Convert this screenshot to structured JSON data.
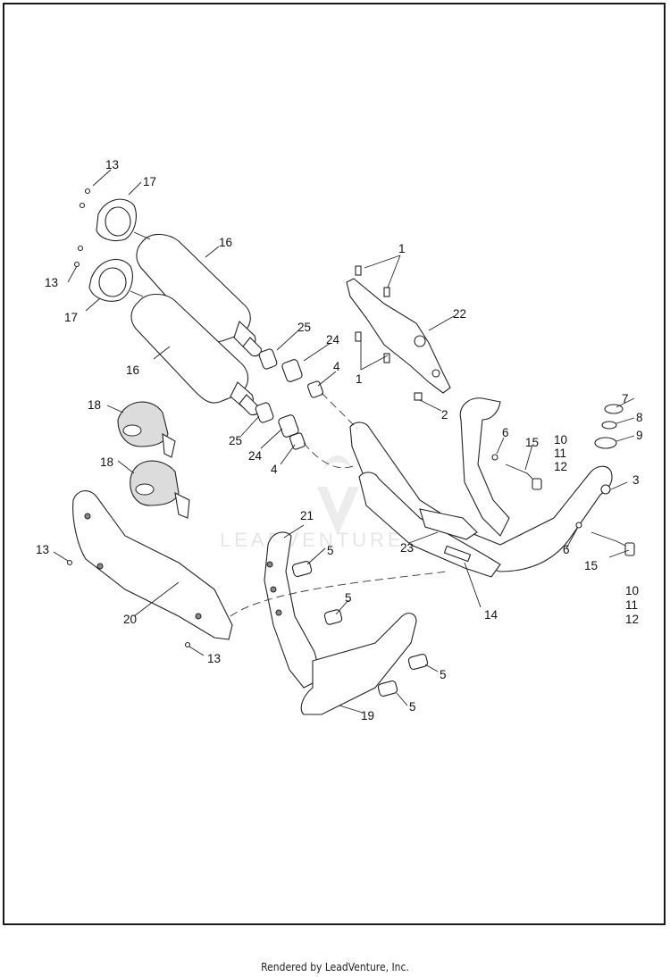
{
  "labels": {
    "p1a": "1",
    "p1b": "1",
    "p2": "2",
    "p3": "3",
    "p4a": "4",
    "p4b": "4",
    "p5a": "5",
    "p5b": "5",
    "p5c": "5",
    "p5d": "5",
    "p6a": "6",
    "p6b": "6",
    "p7": "7",
    "p8": "8",
    "p9": "9",
    "p10a": "10",
    "p11a": "11",
    "p12a": "12",
    "p10b": "10",
    "p11b": "11",
    "p12b": "12",
    "p13a": "13",
    "p13b": "13",
    "p13c": "13",
    "p13d": "13",
    "p14": "14",
    "p15a": "15",
    "p15b": "15",
    "p16a": "16",
    "p16b": "16",
    "p17a": "17",
    "p17b": "17",
    "p18a": "18",
    "p18b": "18",
    "p19": "19",
    "p20": "20",
    "p21": "21",
    "p22": "22",
    "p23": "23",
    "p24a": "24",
    "p24b": "24",
    "p25a": "25",
    "p25b": "25"
  },
  "watermark": "LEADVENTURE",
  "footer": "Rendered by LeadVenture, Inc."
}
